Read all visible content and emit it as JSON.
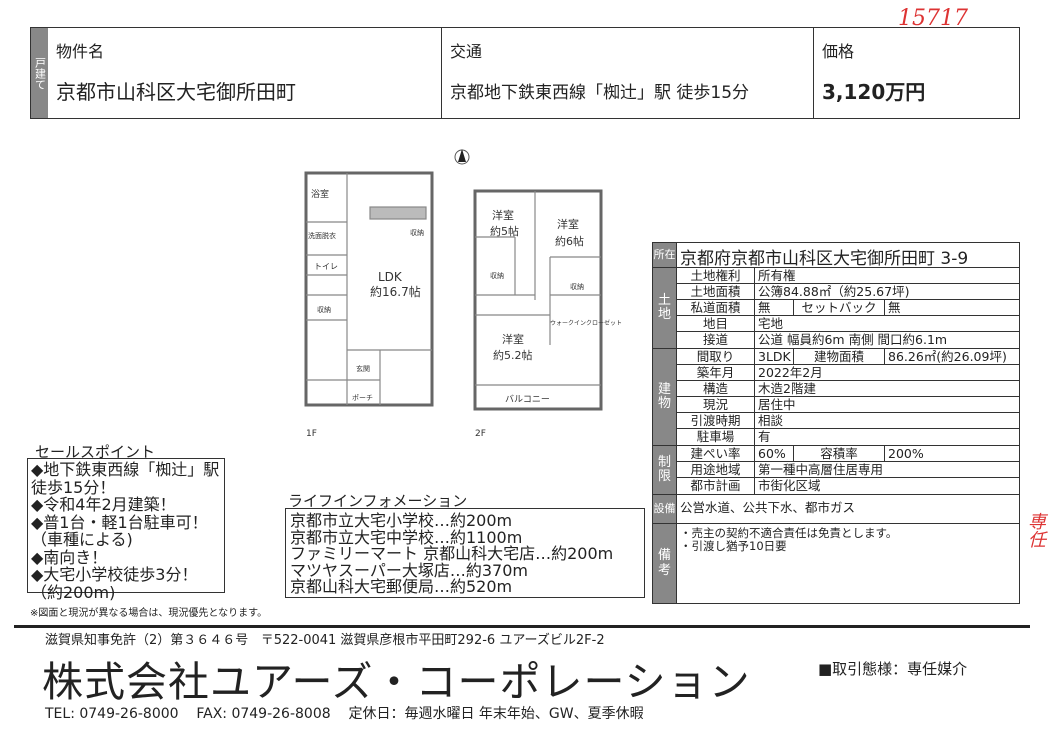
{
  "annotations": {
    "number": "15717",
    "stamp": "専任"
  },
  "header": {
    "type_label": "戸建て",
    "name_label": "物件名",
    "name": "京都市山科区大宅御所田町",
    "access_label": "交通",
    "access": "京都地下鉄東西線「椥辻」駅 徒歩15分",
    "price_label": "価格",
    "price": "3,120万円"
  },
  "floorplan": {
    "floor1": "1F",
    "floor2": "2F",
    "rooms1": [
      "浴室",
      "洗面脱衣",
      "トイレ",
      "収納",
      "収納",
      "LDK",
      "約16.7帖",
      "玄関",
      "ポーチ"
    ],
    "rooms2": [
      "洋室",
      "約5帖",
      "洋室",
      "約6帖",
      "収納",
      "収納",
      "ウォークインクローゼット",
      "洋室",
      "約5.2帖",
      "バルコニー"
    ]
  },
  "property": {
    "location_label": "所在",
    "location": "京都府京都市山科区大宅御所田町 3-9",
    "land_label": "土地",
    "land": [
      {
        "k": "土地権利",
        "v": "所有権"
      },
      {
        "k": "土地面積",
        "v": "公簿84.88㎡（約25.67坪)"
      },
      {
        "k": "私道面積",
        "v": "無",
        "k2": "セットバック",
        "v2": "無"
      },
      {
        "k": "地目",
        "v": "宅地"
      },
      {
        "k": "接道",
        "v": "公道 幅員約6m 南側 間口約6.1m"
      }
    ],
    "building_label": "建物",
    "building": [
      {
        "k": "間取り",
        "v": "3LDK",
        "k2": "建物面積",
        "v2": "86.26㎡(約26.09坪)"
      },
      {
        "k": "築年月",
        "v": "2022年2月"
      },
      {
        "k": "構造",
        "v": "木造2階建"
      },
      {
        "k": "現況",
        "v": "居住中"
      },
      {
        "k": "引渡時期",
        "v": "相談"
      },
      {
        "k": "駐車場",
        "v": "有"
      }
    ],
    "restriction_label": "制限",
    "restriction": [
      {
        "k": "建ぺい率",
        "v": "60%",
        "k2": "容積率",
        "v2": "200%"
      },
      {
        "k": "用途地域",
        "v": "第一種中高層住居専用"
      },
      {
        "k": "都市計画",
        "v": "市街化区域"
      }
    ],
    "facilities_label": "設備",
    "facilities": "公営水道、公共下水、都市ガス",
    "remarks_label": "備考",
    "remarks": [
      "・売主の契約不適合責任は免責とします。",
      "・引渡し猶予10日要"
    ]
  },
  "sales_points": {
    "title": "セールスポイント",
    "items": [
      "◆地下鉄東西線「椥辻」駅徒歩15分！",
      "◆令和4年2月建築！",
      "◆普1台・軽1台駐車可！（車種による)",
      "◆南向き！",
      "◆大宅小学校徒歩3分！（約200m)"
    ]
  },
  "life_info": {
    "title": "ライフインフォメーション",
    "items": [
      "京都市立大宅小学校…約200m",
      "京都市立大宅中学校…約1100m",
      "ファミリーマート 京都山科大宅店…約200m",
      "マツヤスーパー大塚店…約370m",
      "京都山科大宅郵便局…約520m"
    ]
  },
  "note": "※図面と現況が異なる場合は、現況優先となります。",
  "footer": {
    "license": "滋賀県知事免許（2）第３６４６号",
    "address": "〒522-0041 滋賀県彦根市平田町292-6 ユアーズビル2F-2",
    "company": "株式会社ユアーズ・コーポレーション",
    "transaction": "■取引態様：専任媒介",
    "tel": "TEL: 0749-26-8000",
    "fax": "FAX: 0749-26-8008",
    "holiday": "定休日：毎週水曜日 年末年始、GW、夏季休暇"
  }
}
